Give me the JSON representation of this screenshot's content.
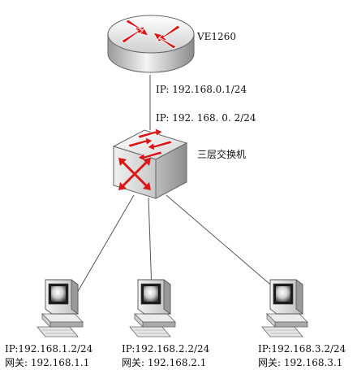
{
  "colors": {
    "line": "#555555",
    "device_red": "#d81818",
    "device_grey": "#bfbfbf",
    "device_light": "#f2f2f2",
    "device_dark": "#8f8f8f",
    "screen_dark": "#1a1a1a",
    "screen_glow": "#e8e8e8"
  },
  "router": {
    "name": "VE1260",
    "ip": "IP:  192.168.0.1/24",
    "icon": "router-icon"
  },
  "switch": {
    "ip": "IP:  192. 168. 0. 2/24",
    "name": "三层交换机",
    "icon": "layer3-switch-icon"
  },
  "pcs": [
    {
      "ip": "IP:192.168.1.2/24",
      "gateway": "网关:  192.168.1.1",
      "icon": "pc-icon"
    },
    {
      "ip": "IP:192.168.2.2/24",
      "gateway": "网关:  192.168.2.1",
      "icon": "pc-icon"
    },
    {
      "ip": "IP:192.168.3.2/24",
      "gateway": "网关:  192.168.3.1",
      "icon": "pc-icon"
    }
  ]
}
